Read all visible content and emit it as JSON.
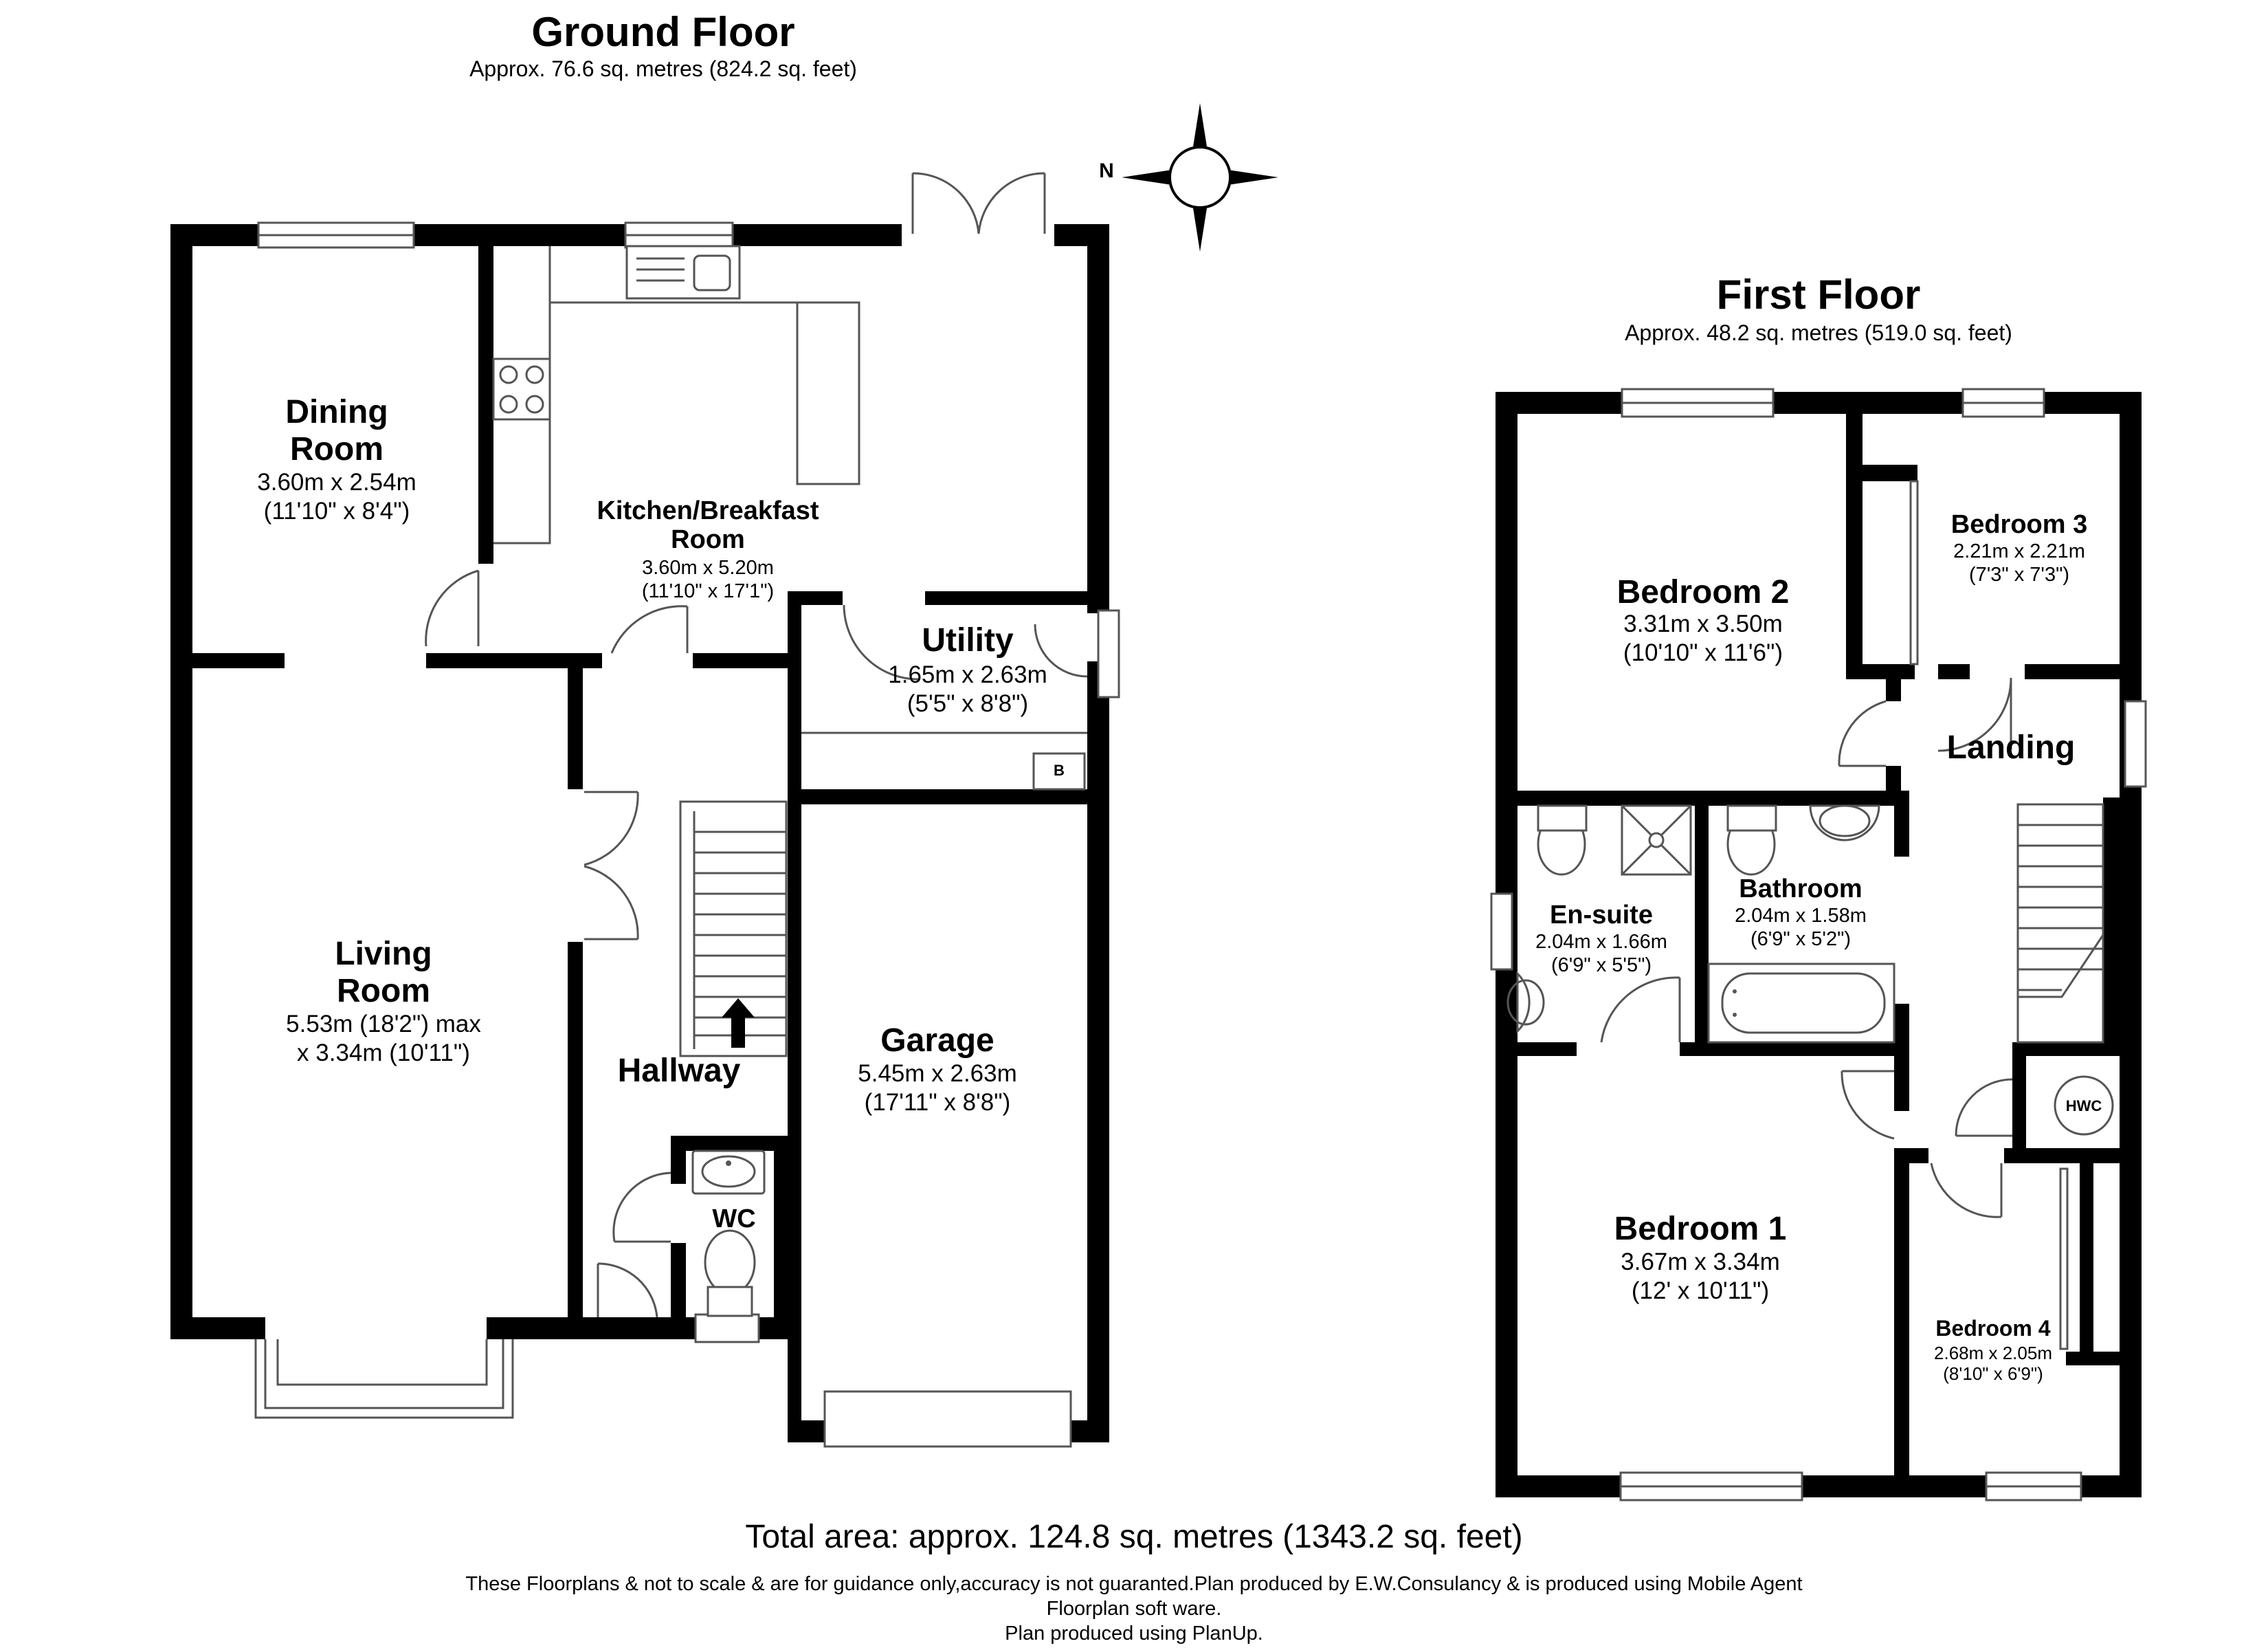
{
  "ground_floor": {
    "title": "Ground Floor",
    "area": "Approx. 76.6 sq. metres (824.2 sq. feet)",
    "rooms": {
      "dining": {
        "name1": "Dining",
        "name2": "Room",
        "dim1": "3.60m x 2.54m",
        "dim2": "(11'10\" x 8'4\")"
      },
      "kitchen": {
        "name1": "Kitchen/Breakfast",
        "name2": "Room",
        "dim1": "3.60m x 5.20m",
        "dim2": "(11'10\" x 17'1\")"
      },
      "utility": {
        "name": "Utility",
        "dim1": "1.65m x 2.63m",
        "dim2": "(5'5\" x 8'8\")"
      },
      "living": {
        "name1": "Living",
        "name2": "Room",
        "dim1": "5.53m (18'2\") max",
        "dim2": "x 3.34m (10'11\")"
      },
      "hallway": {
        "name": "Hallway"
      },
      "garage": {
        "name": "Garage",
        "dim1": "5.45m x 2.63m",
        "dim2": "(17'11\" x 8'8\")"
      },
      "wc": {
        "name": "WC"
      }
    },
    "boiler_label": "B",
    "compass_label": "N"
  },
  "first_floor": {
    "title": "First Floor",
    "area": "Approx. 48.2 sq. metres (519.0 sq. feet)",
    "rooms": {
      "bedroom2": {
        "name": "Bedroom 2",
        "dim1": "3.31m x 3.50m",
        "dim2": "(10'10\" x 11'6\")"
      },
      "bedroom3": {
        "name": "Bedroom 3",
        "dim1": "2.21m x 2.21m",
        "dim2": "(7'3\" x 7'3\")"
      },
      "landing": {
        "name": "Landing"
      },
      "ensuite": {
        "name": "En-suite",
        "dim1": "2.04m x 1.66m",
        "dim2": "(6'9\" x 5'5\")"
      },
      "bathroom": {
        "name": "Bathroom",
        "dim1": "2.04m x 1.58m",
        "dim2": "(6'9\" x 5'2\")"
      },
      "bedroom1": {
        "name": "Bedroom 1",
        "dim1": "3.67m x 3.34m",
        "dim2": "(12' x 10'11\")"
      },
      "bedroom4": {
        "name": "Bedroom 4",
        "dim1": "2.68m x 2.05m",
        "dim2": "(8'10\" x 6'9\")"
      }
    },
    "hwc_label": "HWC"
  },
  "total_area": "Total area: approx. 124.8 sq. metres (1343.2 sq. feet)",
  "disclaimer": {
    "line1": "These Floorplans & not to scale & are for guidance only,accuracy is not guaranted.Plan produced by E.W.Consulancy & is produced using Mobile Agent",
    "line2": "Floorplan soft ware.",
    "line3": "Plan produced using PlanUp."
  },
  "colors": {
    "wall": "#000000",
    "fixture": "#555555",
    "background": "#ffffff"
  }
}
